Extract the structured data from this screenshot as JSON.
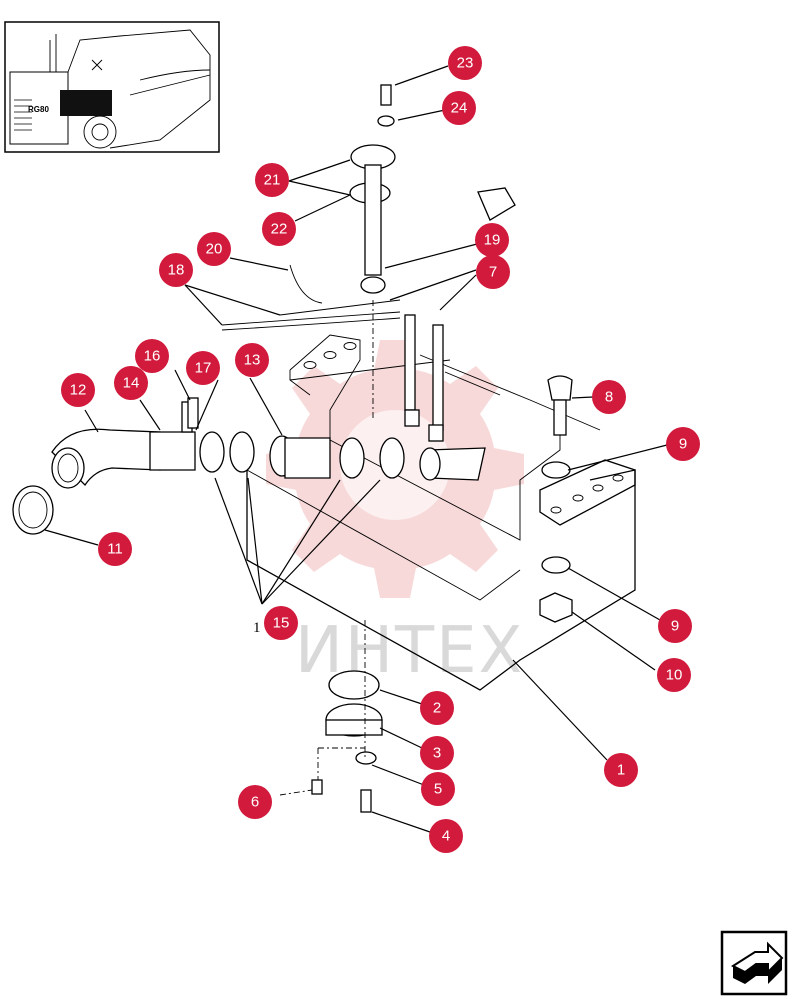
{
  "callouts": [
    {
      "id": "1",
      "label": "1"
    },
    {
      "id": "2",
      "label": "2"
    },
    {
      "id": "3",
      "label": "3"
    },
    {
      "id": "4",
      "label": "4"
    },
    {
      "id": "5",
      "label": "5"
    },
    {
      "id": "6",
      "label": "6"
    },
    {
      "id": "7",
      "label": "7"
    },
    {
      "id": "8",
      "label": "8"
    },
    {
      "id": "9a",
      "label": "9"
    },
    {
      "id": "9b",
      "label": "9"
    },
    {
      "id": "10",
      "label": "10"
    },
    {
      "id": "11",
      "label": "11"
    },
    {
      "id": "12",
      "label": "12"
    },
    {
      "id": "13",
      "label": "13"
    },
    {
      "id": "14",
      "label": "14"
    },
    {
      "id": "15",
      "label": "15"
    },
    {
      "id": "16",
      "label": "16"
    },
    {
      "id": "17",
      "label": "17"
    },
    {
      "id": "18",
      "label": "18"
    },
    {
      "id": "19",
      "label": "19"
    },
    {
      "id": "20",
      "label": "20"
    },
    {
      "id": "21",
      "label": "21"
    },
    {
      "id": "22",
      "label": "22"
    },
    {
      "id": "23",
      "label": "23"
    },
    {
      "id": "24",
      "label": "24"
    }
  ],
  "side_label": "1",
  "thumbnail": {
    "model_badge": "RG80"
  },
  "watermark": {
    "text": "ИНТЕХ"
  },
  "colors": {
    "callout": "#d11a3c",
    "watermark": "#f2b9b9"
  },
  "nav": {
    "icon": "next-page-arrow-icon"
  }
}
